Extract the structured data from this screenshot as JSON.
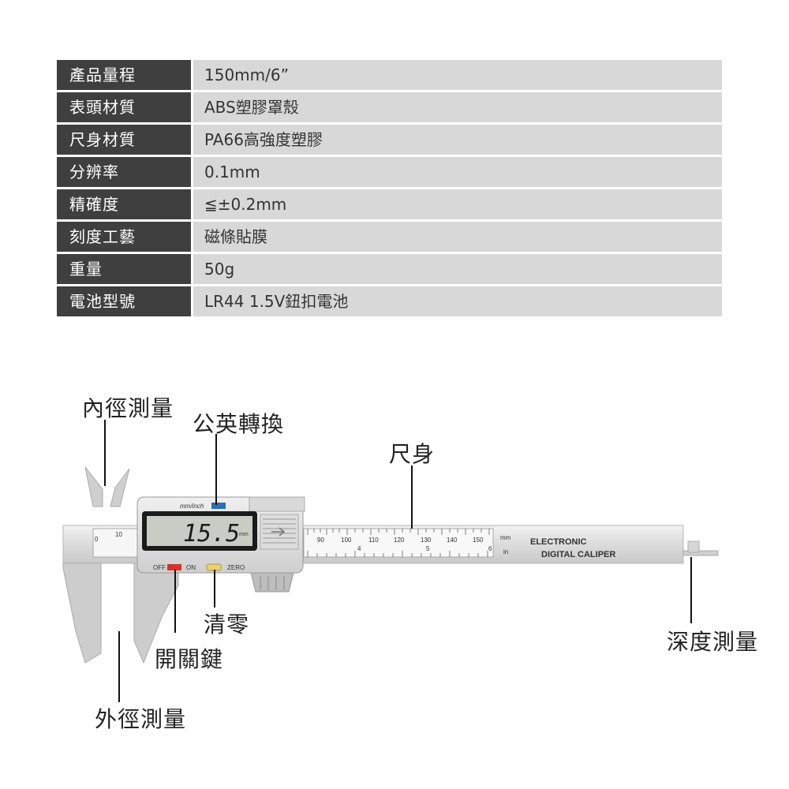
{
  "specs": [
    {
      "label": "產品量程",
      "value": "150mm/6”"
    },
    {
      "label": "表頭材質",
      "value": "ABS塑膠罩殼"
    },
    {
      "label": "尺身材質",
      "value": "PA66高強度塑膠"
    },
    {
      "label": "分辨率",
      "value": "0.1mm"
    },
    {
      "label": "精確度",
      "value": "≦±0.2mm"
    },
    {
      "label": "刻度工藝",
      "value": "磁條貼膜"
    },
    {
      "label": "重量",
      "value": "50g"
    },
    {
      "label": "電池型號",
      "value": "LR44 1.5V鈕扣電池"
    }
  ],
  "callouts": {
    "inner": "內徑測量",
    "unit": "公英轉換",
    "beam": "尺身",
    "zero": "清零",
    "power": "開關鍵",
    "depth": "深度測量",
    "outer": "外徑測量"
  },
  "caliper": {
    "unit_label": "mm/inch",
    "display": "15.5",
    "display_unit": "mm",
    "off": "OFF",
    "on": "ON",
    "zero": "ZERO",
    "brand1": "ELECTRONIC",
    "brand2": "DIGITAL CALIPER",
    "scale_mm": "mm",
    "scale_in": "in",
    "jaw_zero": "0",
    "jaw_ten": "10",
    "ticks": [
      "90",
      "100",
      "110",
      "120",
      "130",
      "140",
      "150"
    ],
    "inch_ticks": [
      "4",
      "5",
      "6"
    ]
  },
  "colors": {
    "off_button": "#d6322c",
    "zero_button": "#e9d36a",
    "unit_button": "#2c6fb8",
    "body": "#e6e6e6"
  }
}
